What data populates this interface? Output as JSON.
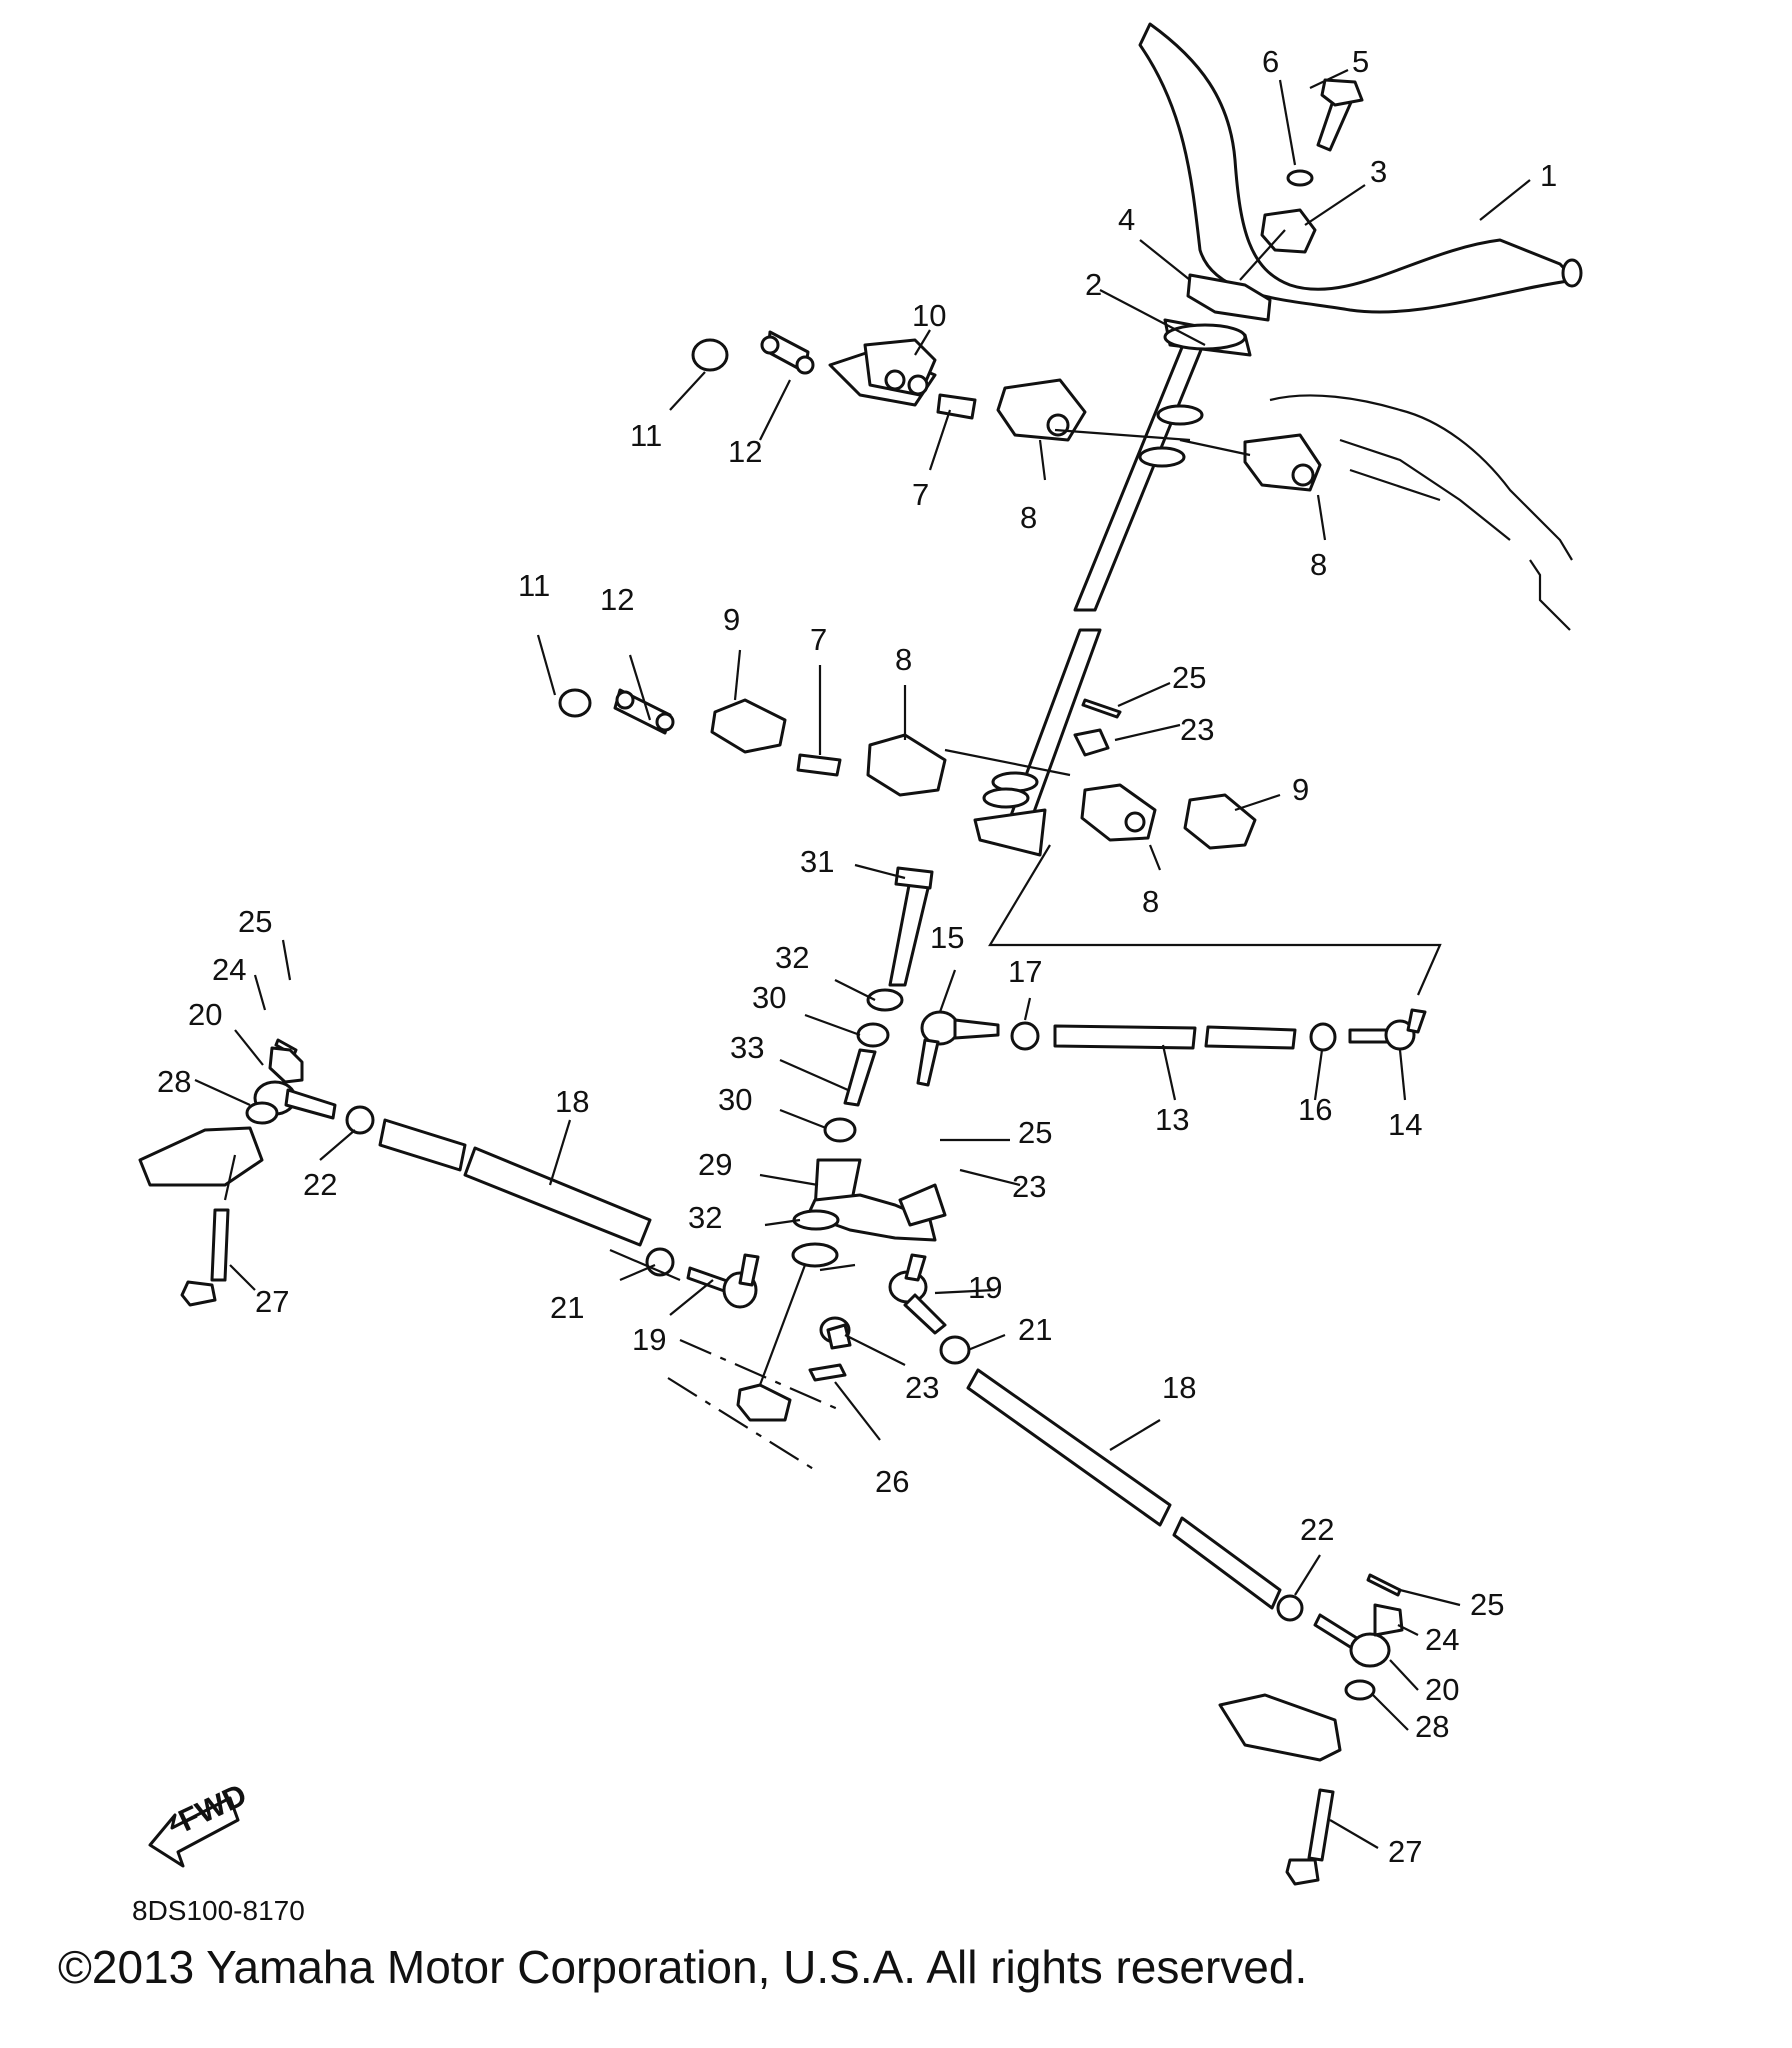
{
  "diagram": {
    "drawing_code": "8DS100-8170",
    "copyright": "©2013 Yamaha Motor Corporation, U.S.A. All rights reserved.",
    "fwd_label": "FWD",
    "callouts": [
      {
        "id": "1",
        "text": "1"
      },
      {
        "id": "2",
        "text": "2"
      },
      {
        "id": "3",
        "text": "3"
      },
      {
        "id": "4",
        "text": "4"
      },
      {
        "id": "5",
        "text": "5"
      },
      {
        "id": "6",
        "text": "6"
      },
      {
        "id": "10",
        "text": "10"
      },
      {
        "id": "11a",
        "text": "11"
      },
      {
        "id": "12a",
        "text": "12"
      },
      {
        "id": "7a",
        "text": "7"
      },
      {
        "id": "8a",
        "text": "8"
      },
      {
        "id": "8b",
        "text": "8"
      },
      {
        "id": "11b",
        "text": "11"
      },
      {
        "id": "12b",
        "text": "12"
      },
      {
        "id": "9a",
        "text": "9"
      },
      {
        "id": "7b",
        "text": "7"
      },
      {
        "id": "8c",
        "text": "8"
      },
      {
        "id": "25a",
        "text": "25"
      },
      {
        "id": "23a",
        "text": "23"
      },
      {
        "id": "9b",
        "text": "9"
      },
      {
        "id": "8d",
        "text": "8"
      },
      {
        "id": "31",
        "text": "31"
      },
      {
        "id": "15",
        "text": "15"
      },
      {
        "id": "17",
        "text": "17"
      },
      {
        "id": "32a",
        "text": "32"
      },
      {
        "id": "30a",
        "text": "30"
      },
      {
        "id": "33",
        "text": "33"
      },
      {
        "id": "30b",
        "text": "30"
      },
      {
        "id": "13",
        "text": "13"
      },
      {
        "id": "16",
        "text": "16"
      },
      {
        "id": "14",
        "text": "14"
      },
      {
        "id": "25b",
        "text": "25"
      },
      {
        "id": "29",
        "text": "29"
      },
      {
        "id": "23b",
        "text": "23"
      },
      {
        "id": "32b",
        "text": "32"
      },
      {
        "id": "19a",
        "text": "19"
      },
      {
        "id": "21a",
        "text": "21"
      },
      {
        "id": "19b",
        "text": "19"
      },
      {
        "id": "23c",
        "text": "23"
      },
      {
        "id": "26",
        "text": "26"
      },
      {
        "id": "21b",
        "text": "21"
      },
      {
        "id": "18b",
        "text": "18"
      },
      {
        "id": "25c",
        "text": "25"
      },
      {
        "id": "24a",
        "text": "24"
      },
      {
        "id": "20a",
        "text": "20"
      },
      {
        "id": "28a",
        "text": "28"
      },
      {
        "id": "22a",
        "text": "22"
      },
      {
        "id": "18a",
        "text": "18"
      },
      {
        "id": "27a",
        "text": "27"
      },
      {
        "id": "22b",
        "text": "22"
      },
      {
        "id": "25d",
        "text": "25"
      },
      {
        "id": "24b",
        "text": "24"
      },
      {
        "id": "20b",
        "text": "20"
      },
      {
        "id": "28b",
        "text": "28"
      },
      {
        "id": "27b",
        "text": "27"
      }
    ]
  }
}
